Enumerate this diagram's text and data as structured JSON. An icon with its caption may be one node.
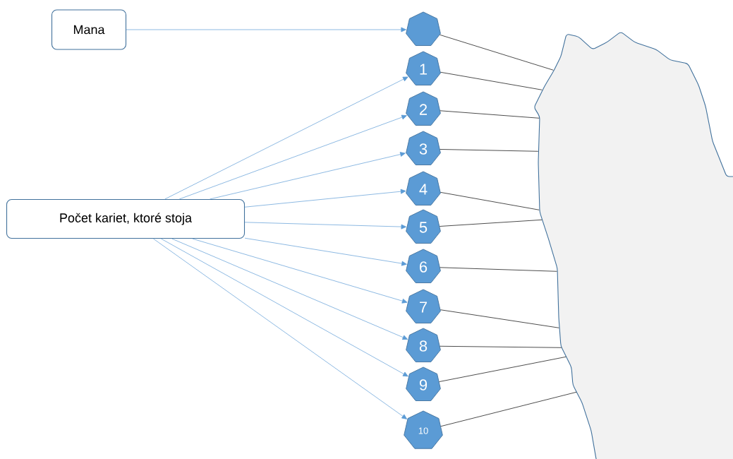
{
  "diagram": {
    "nodes": [
      {
        "text": [
          "Mana"
        ]
      },
      {
        "text": [
          "Počet kariet, ktoré stoja"
        ]
      },
      {
        "text": [],
        "shape": "heptagon"
      },
      {
        "text": [
          "1"
        ]
      },
      {
        "text": [
          "2"
        ]
      },
      {
        "text": [
          "3"
        ]
      },
      {
        "text": [
          "4"
        ]
      },
      {
        "text": [
          "5"
        ]
      },
      {
        "text": [
          "6"
        ]
      },
      {
        "text": [
          "7"
        ]
      },
      {
        "text": [
          "8"
        ]
      },
      {
        "text": [
          "9"
        ]
      },
      {
        "text": [
          "10"
        ]
      },
      {
        "text": [],
        "shape": "blob"
      }
    ],
    "edges": [
      {
        "from": 0,
        "to": 2,
        "arrow": "to",
        "color": "#5b9bd5"
      },
      {
        "from": 1,
        "to": 3,
        "arrow": "to",
        "color": "#5b9bd5"
      },
      {
        "from": 1,
        "to": 4,
        "arrow": "to",
        "color": "#5b9bd5"
      },
      {
        "from": 1,
        "to": 5,
        "arrow": "to",
        "color": "#5b9bd5"
      },
      {
        "from": 1,
        "to": 6,
        "arrow": "to",
        "color": "#5b9bd5"
      },
      {
        "from": 1,
        "to": 7,
        "arrow": "to",
        "color": "#5b9bd5"
      },
      {
        "from": 1,
        "to": 8,
        "arrow": "to",
        "color": "#5b9bd5"
      },
      {
        "from": 1,
        "to": 9,
        "arrow": "to",
        "color": "#5b9bd5"
      },
      {
        "from": 1,
        "to": 10,
        "arrow": "to",
        "color": "#5b9bd5"
      },
      {
        "from": 1,
        "to": 11,
        "arrow": "to",
        "color": "#5b9bd5"
      },
      {
        "from": 1,
        "to": 12,
        "arrow": "to",
        "color": "#5b9bd5"
      },
      {
        "from": 2,
        "to": 13,
        "arrow": "none",
        "color": "#000000"
      },
      {
        "from": 3,
        "to": 13,
        "arrow": "none",
        "color": "#000000"
      },
      {
        "from": 4,
        "to": 13,
        "arrow": "none",
        "color": "#000000"
      },
      {
        "from": 5,
        "to": 13,
        "arrow": "none",
        "color": "#000000"
      },
      {
        "from": 6,
        "to": 13,
        "arrow": "none",
        "color": "#000000"
      },
      {
        "from": 7,
        "to": 13,
        "arrow": "none",
        "color": "#000000"
      },
      {
        "from": 8,
        "to": 13,
        "arrow": "none",
        "color": "#000000"
      },
      {
        "from": 9,
        "to": 13,
        "arrow": "none",
        "color": "#000000"
      },
      {
        "from": 10,
        "to": 13,
        "arrow": "none",
        "color": "#000000"
      },
      {
        "from": 11,
        "to": 13,
        "arrow": "none",
        "color": "#000000"
      },
      {
        "from": 12,
        "to": 13,
        "arrow": "none",
        "color": "#000000"
      }
    ]
  }
}
